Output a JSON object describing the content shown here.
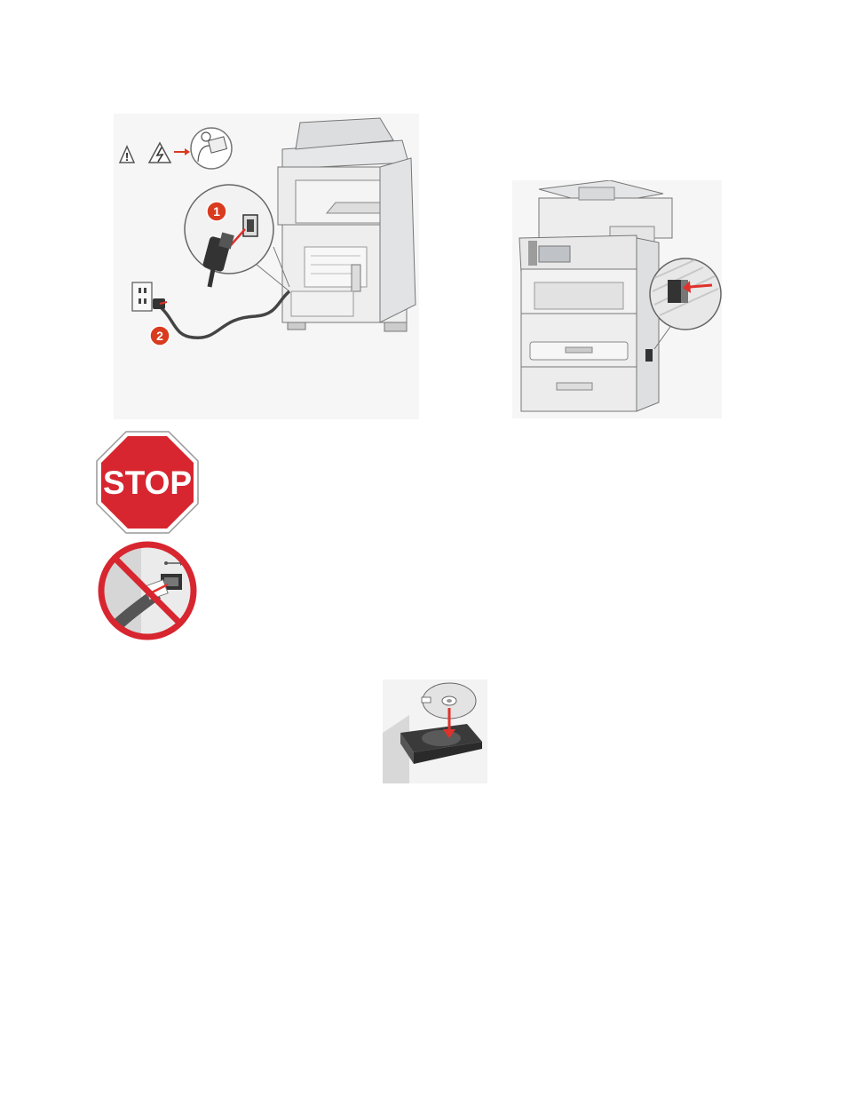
{
  "figures": {
    "power_setup": {
      "callouts": [
        "1",
        "2"
      ],
      "icons": [
        "warning-triangle-icon",
        "electric-shock-icon",
        "arrow-icon",
        "read-manual-icon"
      ]
    },
    "power_switch": {},
    "stop_sign": {
      "text": "STOP"
    },
    "no_usb": {
      "icon": "usb-icon"
    },
    "cd_insert": {}
  },
  "colors": {
    "stop_red": "#d7262f",
    "callout_red": "#d93b1f",
    "arrow_red": "#e0312b",
    "printer_gray": "#e9eaeb",
    "outline": "#6e6e6e"
  }
}
